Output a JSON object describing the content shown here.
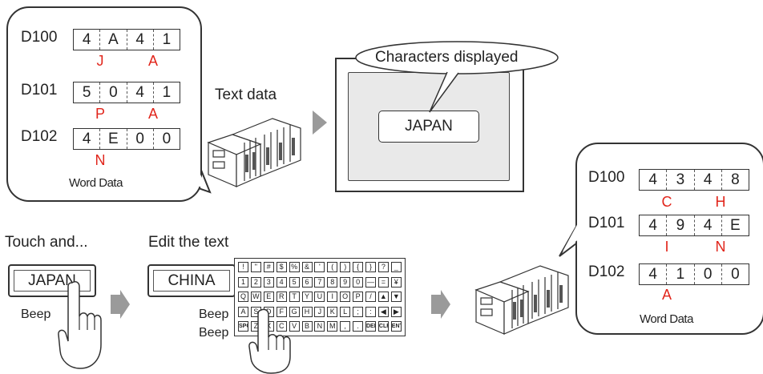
{
  "left_callout": {
    "rows": [
      {
        "reg": "D100",
        "hex": [
          "4",
          "A",
          "4",
          "1"
        ],
        "chars": [
          "J",
          "A"
        ]
      },
      {
        "reg": "D101",
        "hex": [
          "5",
          "0",
          "4",
          "1"
        ],
        "chars": [
          "P",
          "A"
        ]
      },
      {
        "reg": "D102",
        "hex": [
          "4",
          "E",
          "0",
          "0"
        ],
        "chars": [
          "N",
          ""
        ]
      }
    ],
    "caption": "Word Data"
  },
  "text_data_label": "Text data",
  "display": {
    "bubble": "Characters displayed",
    "text": "JAPAN"
  },
  "right_callout": {
    "rows": [
      {
        "reg": "D100",
        "hex": [
          "4",
          "3",
          "4",
          "8"
        ],
        "chars": [
          "C",
          "H"
        ]
      },
      {
        "reg": "D101",
        "hex": [
          "4",
          "9",
          "4",
          "E"
        ],
        "chars": [
          "I",
          "N"
        ]
      },
      {
        "reg": "D102",
        "hex": [
          "4",
          "1",
          "0",
          "0"
        ],
        "chars": [
          "A",
          ""
        ]
      }
    ],
    "caption": "Word Data"
  },
  "touch_label": "Touch and...",
  "edit_label": "Edit the text",
  "button_before": "JAPAN",
  "button_after": "CHINA",
  "beep1": "Beep",
  "beep2": "Beep",
  "beep3": "Beep",
  "keyboard": {
    "rows": [
      [
        "!",
        "\"",
        "#",
        "$",
        "%",
        "&",
        "'",
        "(",
        ")",
        "{",
        "}",
        "?",
        "_"
      ],
      [
        "1",
        "2",
        "3",
        "4",
        "5",
        "6",
        "7",
        "8",
        "9",
        "0",
        "—",
        "=",
        "¥"
      ],
      [
        "Q",
        "W",
        "E",
        "R",
        "T",
        "Y",
        "U",
        "I",
        "O",
        "P",
        "/",
        "▲",
        "▼"
      ],
      [
        "A",
        "S",
        "D",
        "F",
        "G",
        "H",
        "J",
        "K",
        "L",
        ";",
        ":",
        "◀",
        "▶"
      ],
      [
        "SPC",
        "Z",
        "X",
        "C",
        "V",
        "B",
        "N",
        "M",
        ",",
        ".",
        "DEL",
        "CLR",
        "ENT"
      ]
    ]
  },
  "colors": {
    "accent_red": "#e1251b",
    "arrow_gray": "#9a9a9a",
    "screen_gray": "#e9e9e9"
  }
}
